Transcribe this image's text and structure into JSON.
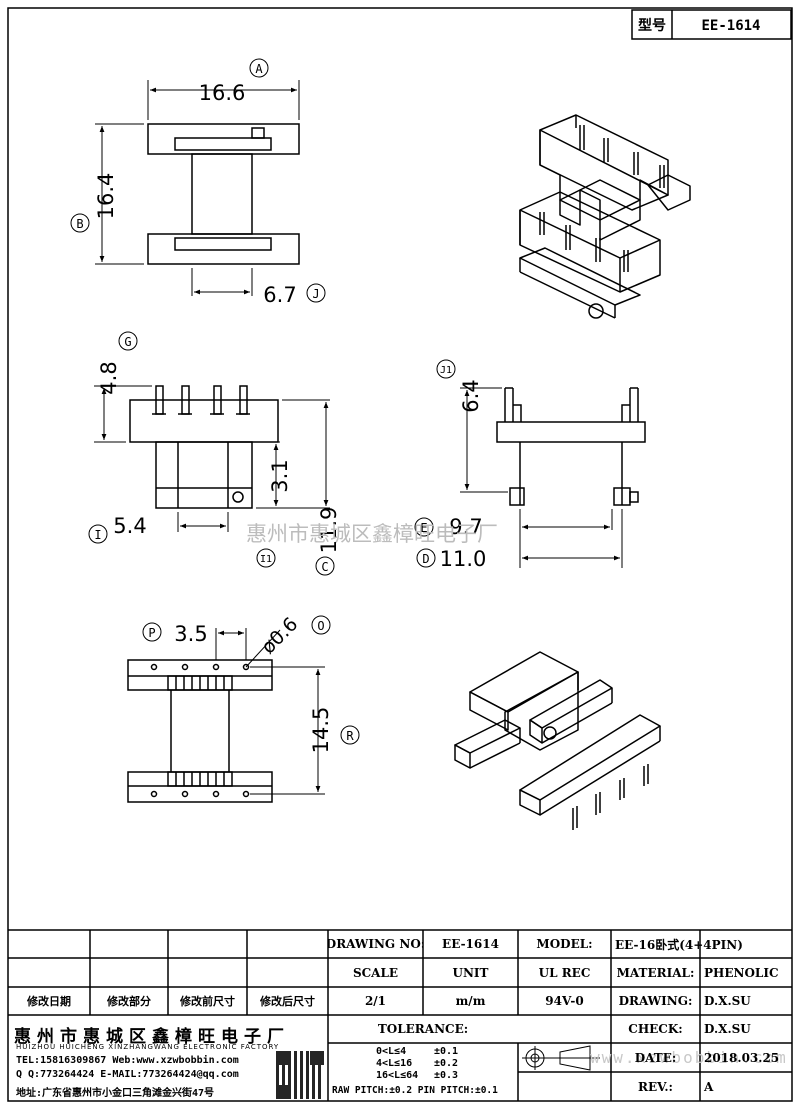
{
  "header": {
    "type_label": "型号",
    "type_value": "EE-1614"
  },
  "dimensions": {
    "A": {
      "letter": "A",
      "value": "16.6"
    },
    "B": {
      "letter": "B",
      "value": "16.4"
    },
    "J": {
      "letter": "J",
      "value": "6.7"
    },
    "G": {
      "letter": "G",
      "value": "4.8"
    },
    "I": {
      "letter": "I",
      "value": "5.4"
    },
    "I1": {
      "letter": "I1",
      "value": "3.1"
    },
    "C": {
      "letter": "C",
      "value": "11.9"
    },
    "J1": {
      "letter": "J1",
      "value": "6.4"
    },
    "E": {
      "letter": "E",
      "value": "9.7"
    },
    "D": {
      "letter": "D",
      "value": "11.0"
    },
    "P": {
      "letter": "P",
      "value": "3.5"
    },
    "O": {
      "letter": "O",
      "value": "ø0.6"
    },
    "R": {
      "letter": "R",
      "value": "14.5"
    }
  },
  "watermark": {
    "company": "惠州市惠城区鑫樟旺电子厂",
    "site": "www.xzwbobbin.com"
  },
  "revision_table": {
    "headers": [
      "修改日期",
      "修改部分",
      "修改前尺寸",
      "修改后尺寸"
    ]
  },
  "title_block": {
    "drawing_no_label": "DRAWING NO:",
    "drawing_no": "EE-1614",
    "model_label": "MODEL:",
    "model": "EE-16卧式(4+4PIN)",
    "scale_label": "SCALE",
    "unit_label": "UNIT",
    "ul_rec_label": "UL REC",
    "material_label": "MATERIAL:",
    "material": "PHENOLIC",
    "scale": "2/1",
    "unit": "m/m",
    "ul_rec": "94V-0",
    "drawing_label": "DRAWING:",
    "drawing": "D.X.SU",
    "check_label": "CHECK:",
    "check": "D.X.SU",
    "date_label": "DATE:",
    "date": "2018.03.25",
    "rev_label": "REV.:",
    "rev": "A",
    "tolerance_label": "TOLERANCE:",
    "tolerances": [
      {
        "range": "0<L≤4",
        "value": "±0.1"
      },
      {
        "range": "4<L≤16",
        "value": "±0.2"
      },
      {
        "range": "16<L≤64",
        "value": "±0.3"
      }
    ],
    "pitch_note": "RAW PITCH:±0.2 PIN PITCH:±0.1"
  },
  "company": {
    "name": "惠州市惠城区鑫樟旺电子厂",
    "name_en": "HUIZHOU HUICHENG XINZHANGWANG ELECTRONIC FACTORY",
    "tel": "TEL:15816309867 Web:www.xzwbobbin.com",
    "qq": "Q Q:773264424 E-MAIL:773264424@qq.com",
    "address": "地址:广东省惠州市小金口三角滩金兴街47号"
  }
}
